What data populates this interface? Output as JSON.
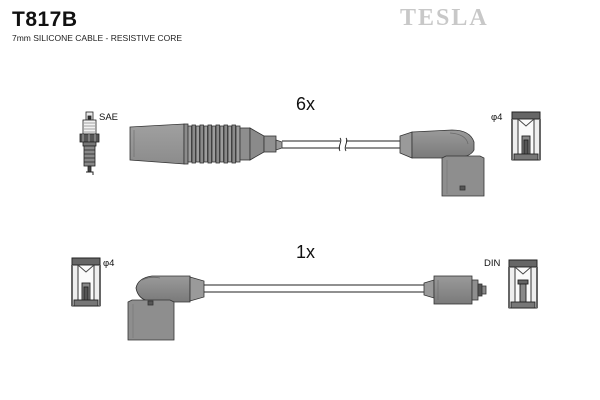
{
  "header": {
    "part_number": "T817B",
    "description": "7mm SILICONE CABLE - RESISTIVE CORE",
    "brand": "TESLA"
  },
  "leads": [
    {
      "quantity": "6x",
      "left_connector_label": "SAE",
      "right_connector_label": "φ4"
    },
    {
      "quantity": "1x",
      "left_connector_label": "φ4",
      "right_connector_label": "DIN"
    }
  ]
}
